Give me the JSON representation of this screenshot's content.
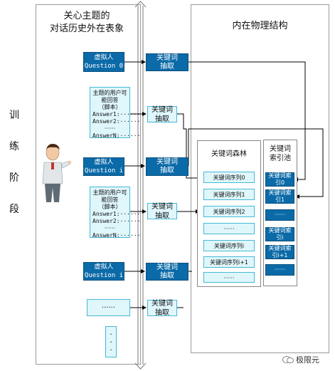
{
  "left_title": [
    "关心主题的",
    "对话历史外在表象"
  ],
  "right_title": "内在物理结构",
  "stage_label": [
    "训",
    "练",
    "阶",
    "段"
  ],
  "virtual_person_1": [
    "虚拟人",
    "Question 0"
  ],
  "virtual_person_2": [
    "虚拟人",
    "Question i"
  ],
  "virtual_person_3": [
    "虚拟人",
    "Question i"
  ],
  "answers_1": {
    "header": [
      "主题的用户可",
      "能回答",
      "（脚本）"
    ],
    "lines": [
      "Answer1:······",
      "Answer2:······",
      "······",
      "AnswerN:······"
    ]
  },
  "answers_2": {
    "header": [
      "主题的用户可",
      "能回答",
      "（脚本）"
    ],
    "lines": [
      "Answer1:······",
      "Answer2:······",
      "······",
      "AnswerN:······"
    ]
  },
  "ellipsis_box": "······",
  "dots_box": [
    "·",
    "·",
    "·"
  ],
  "extract_label": [
    "关键词",
    "抽取"
  ],
  "forest_title": "关键词森林",
  "forest_items": [
    "关键词序列0",
    "关键词序列1",
    "关键词序列2",
    "······",
    "关键词序列i",
    "关键词序列i+1",
    "······"
  ],
  "pool_title": [
    "关键词",
    "索引池"
  ],
  "pool_items": [
    [
      "关键词索",
      "引0"
    ],
    [
      "关键词索",
      "引1"
    ],
    [
      "······"
    ],
    [
      "关键词索",
      "引i"
    ],
    [
      "关键词索",
      "引i+1"
    ],
    [
      "······"
    ]
  ],
  "watermark": "极限元"
}
